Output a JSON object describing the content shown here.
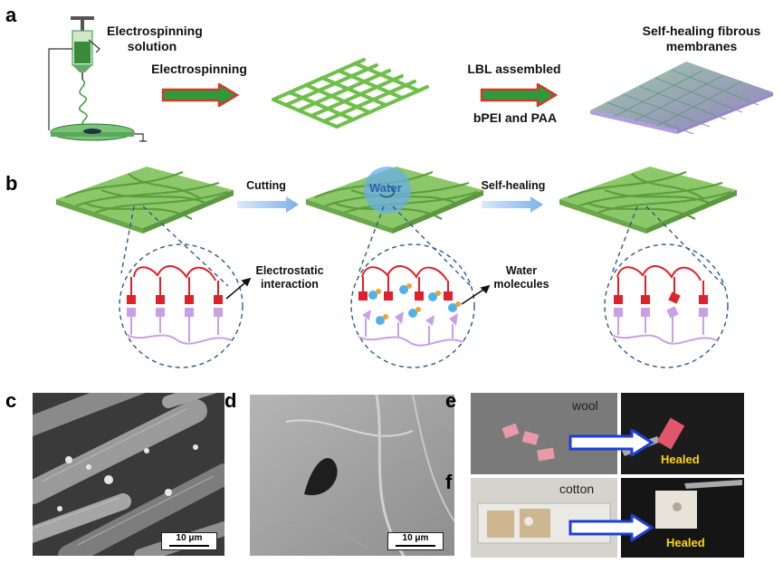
{
  "panels": {
    "a": "a",
    "b": "b",
    "c": "c",
    "d": "d",
    "e": "e",
    "f": "f"
  },
  "panel_a": {
    "solution_label": "Electrospinning solution",
    "process_label": "Electrospinning",
    "lbl_label": "LBL assembled",
    "polymers_label": "bPEI and PAA",
    "result_label": "Self-healing fibrous membranes"
  },
  "panel_b": {
    "cutting_label": "Cutting",
    "self_healing_label": "Self-healing",
    "water_label": "Water",
    "electrostatic_label": "Electrostatic interaction",
    "water_molecules_label": "Water molecules"
  },
  "panel_c": {
    "scale_label": "10 μm"
  },
  "panel_d": {
    "scale_label": "10 μm"
  },
  "panel_e": {
    "material_label": "wool",
    "healed_label": "Healed"
  },
  "panel_f": {
    "material_label": "cotton",
    "healed_label": "Healed"
  },
  "colors": {
    "fiber_green": "#7fbf5a",
    "polymer_red": "#e0202a",
    "polymer_purple": "#c9a0e6",
    "arrow_blue": "#1f3fd6",
    "arrow_red_green": "#d0392b"
  }
}
